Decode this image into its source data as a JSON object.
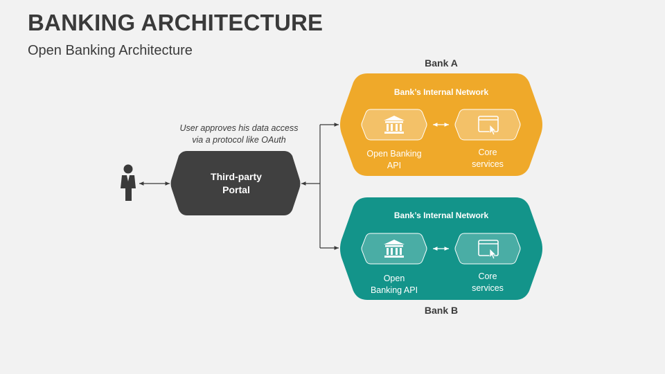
{
  "slide": {
    "title": "BANKING ARCHITECTURE",
    "subtitle": "Open Banking Architecture"
  },
  "user": {
    "note_line1": "User approves his data access",
    "note_line2": "via a protocol like OAuth"
  },
  "portal": {
    "line1": "Third-party",
    "line2": "Portal"
  },
  "bank_a": {
    "name": "Bank A",
    "network": "Bank’s Internal Network",
    "api_line1": "Open Banking",
    "api_line2": "API",
    "core_line1": "Core",
    "core_line2": "services"
  },
  "bank_b": {
    "name": "Bank B",
    "network": "Bank’s Internal Network",
    "api_line1": "Open",
    "api_line2": "Banking API",
    "core_line1": "Core",
    "core_line2": "services"
  },
  "colors": {
    "bank_a": "#efa92a",
    "bank_b": "#13948a",
    "portal": "#404040",
    "text_dark": "#3a3a3a"
  },
  "icons": [
    "person-icon",
    "bank-building-icon",
    "monitor-cursor-icon"
  ]
}
